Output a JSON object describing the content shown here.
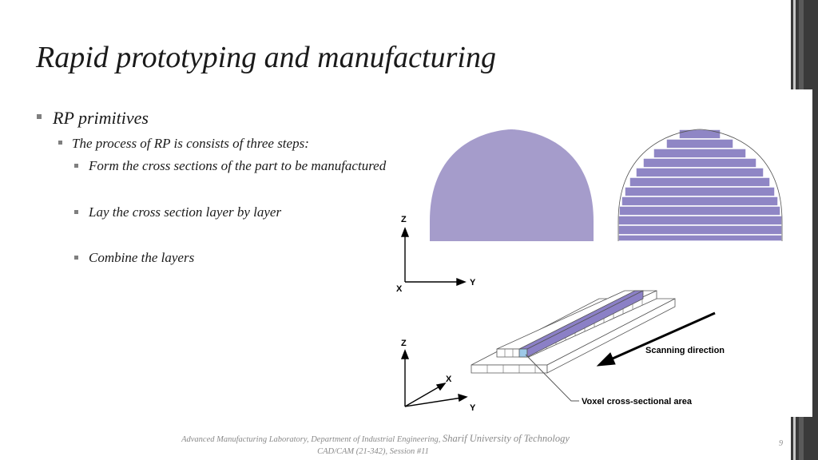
{
  "slide": {
    "title": "Rapid prototyping and manufacturing",
    "bullet_l1": "RP primitives",
    "bullet_l2": "The process of RP is consists of three steps:",
    "bullet_l3": [
      "Form the cross sections of the part to be manufactured",
      "Lay the cross section layer by layer",
      "Combine the layers"
    ],
    "footer_line1_a": "Advanced Manufacturing Laboratory, Department of Industrial Engineering, ",
    "footer_line1_b": "Sharif University of Technology",
    "footer_line2": "CAD/CAM (21-342), Session #11",
    "page_number": "9"
  },
  "figure": {
    "axis1_z": "Z",
    "axis1_y": "Y",
    "axis1_x": "X",
    "axis2_z": "Z",
    "axis2_x": "X",
    "axis2_y": "Y",
    "scanning_label": "Scanning direction",
    "voxel_label": "Voxel cross-sectional area"
  },
  "colors": {
    "shape_fill": "#a59ccb",
    "layer_fill": "#8f86c5",
    "accent_bar": "#8b80c6"
  }
}
